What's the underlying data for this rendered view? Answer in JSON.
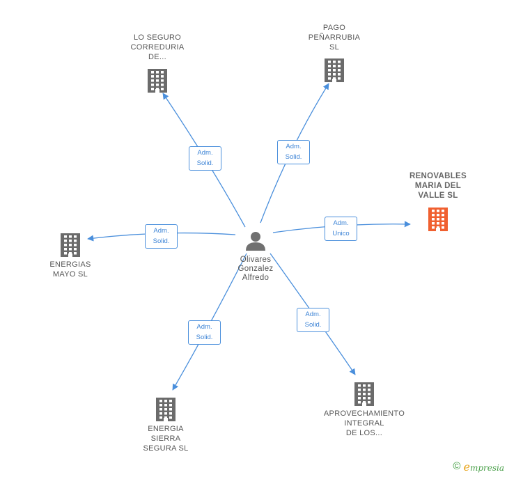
{
  "person": {
    "label": "Olivares\nGonzalez\nAlfredo",
    "icon": "person-icon"
  },
  "companies": [
    {
      "id": "lo-seguro",
      "label": "LO SEGURO\nCORREDURIA\nDE...",
      "icon": "building-icon",
      "color": "#6b6b6b"
    },
    {
      "id": "pago-penarrubia",
      "label": "PAGO\nPEÑARRUBIA\nSL",
      "icon": "building-icon",
      "color": "#6b6b6b"
    },
    {
      "id": "renovables",
      "label": "RENOVABLES\nMARIA DEL\nVALLE SL",
      "icon": "building-icon",
      "color": "#f06030",
      "highlighted": true
    },
    {
      "id": "energias-mayo",
      "label": "ENERGIAS\nMAYO SL",
      "icon": "building-icon",
      "color": "#6b6b6b"
    },
    {
      "id": "energia-sierra",
      "label": "ENERGIA\nSIERRA\nSEGURA SL",
      "icon": "building-icon",
      "color": "#6b6b6b"
    },
    {
      "id": "aprovechamiento",
      "label": "APROVECHAMIENTO\nINTEGRAL\nDE LOS...",
      "icon": "building-icon",
      "color": "#6b6b6b"
    }
  ],
  "edges": [
    {
      "to": "lo-seguro",
      "label": "Adm.\nSolid."
    },
    {
      "to": "pago-penarrubia",
      "label": "Adm.\nSolid."
    },
    {
      "to": "renovables",
      "label": "Adm.\nUnico"
    },
    {
      "to": "energias-mayo",
      "label": "Adm.\nSolid."
    },
    {
      "to": "energia-sierra",
      "label": "Adm.\nSolid."
    },
    {
      "to": "aprovechamiento",
      "label": "Adm.\nSolid."
    }
  ],
  "colors": {
    "edge": "#4a8fdc",
    "node": "#6b6b6b",
    "highlight": "#f06030"
  },
  "footer": {
    "copyright_symbol": "©",
    "brand_first": "e",
    "brand_rest": "mpresia"
  }
}
